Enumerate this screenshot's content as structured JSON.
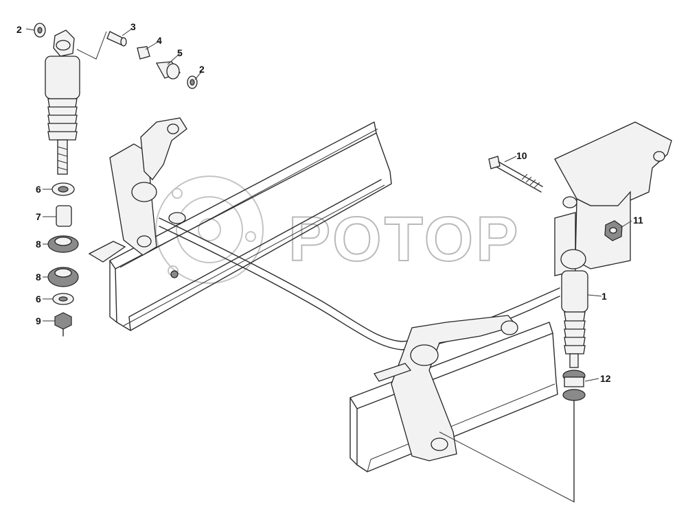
{
  "watermark": {
    "text": "РОТОР"
  },
  "callouts": [
    {
      "id": "c2a",
      "label": "2"
    },
    {
      "id": "c3",
      "label": "3"
    },
    {
      "id": "c4",
      "label": "4"
    },
    {
      "id": "c5",
      "label": "5"
    },
    {
      "id": "c2b",
      "label": "2"
    },
    {
      "id": "c6a",
      "label": "6"
    },
    {
      "id": "c7",
      "label": "7"
    },
    {
      "id": "c8a",
      "label": "8"
    },
    {
      "id": "c8b",
      "label": "8"
    },
    {
      "id": "c6b",
      "label": "6"
    },
    {
      "id": "c9",
      "label": "9"
    },
    {
      "id": "c10",
      "label": "10"
    },
    {
      "id": "c11",
      "label": "11"
    },
    {
      "id": "c1",
      "label": "1"
    },
    {
      "id": "c12",
      "label": "12"
    }
  ]
}
